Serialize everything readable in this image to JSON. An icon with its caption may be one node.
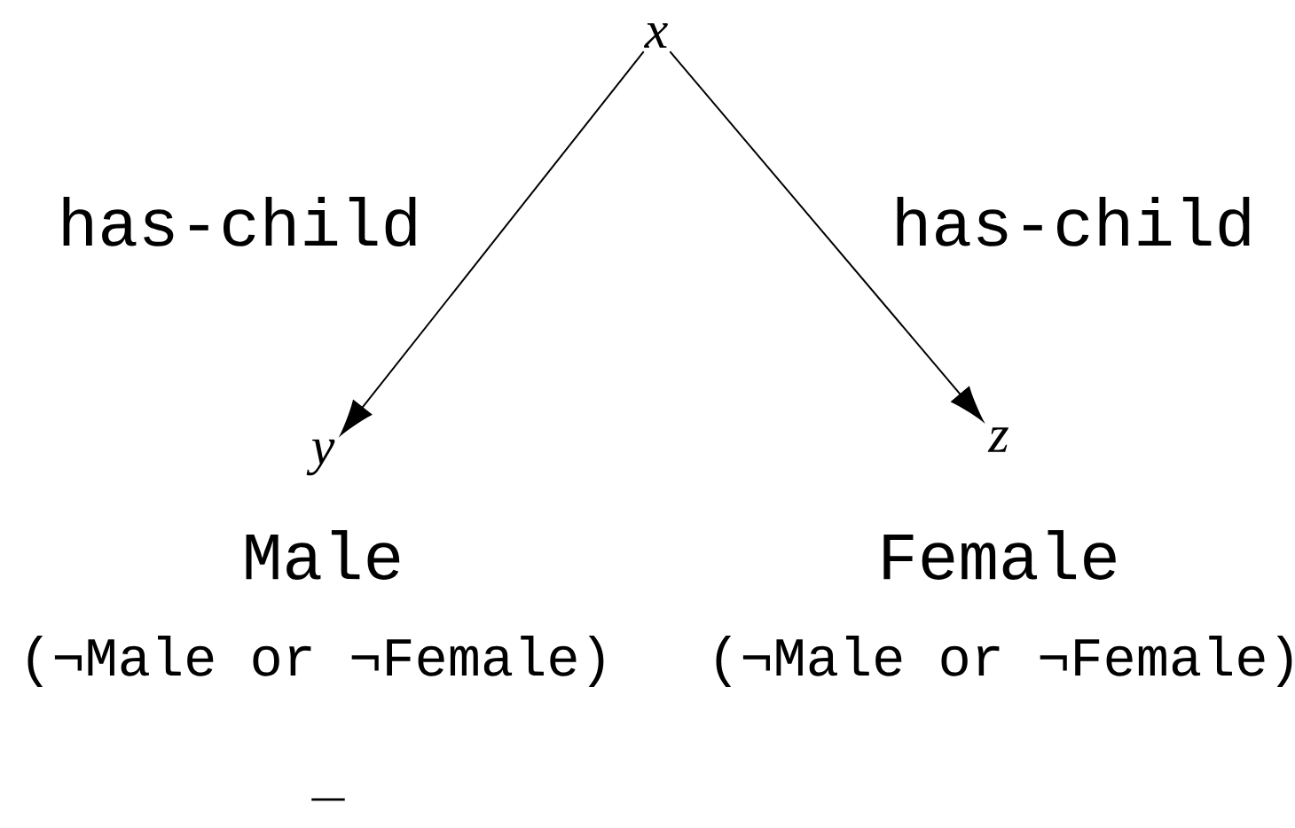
{
  "diagram": {
    "nodes": [
      {
        "text": [
          "x"
        ]
      },
      {
        "text": [
          "y"
        ],
        "beside": [
          "Male",
          "(¬Male or ¬Female)"
        ]
      },
      {
        "text": [
          "z"
        ],
        "beside": [
          "Female",
          "(¬Male or ¬Female)"
        ]
      }
    ],
    "edges": [
      {
        "from": 0,
        "to": 1,
        "arrow": "to",
        "label": "has-child"
      },
      {
        "from": 0,
        "to": 2,
        "arrow": "to",
        "label": "has-child"
      }
    ],
    "labels": [
      "_"
    ]
  }
}
